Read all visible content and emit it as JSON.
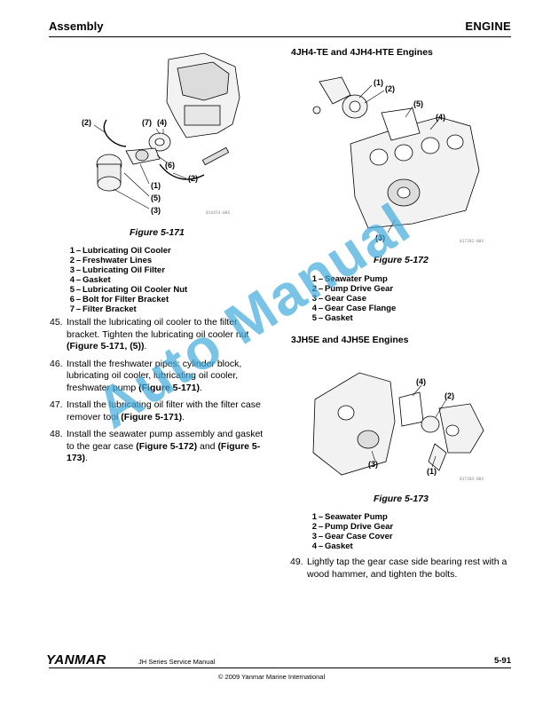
{
  "header": {
    "section": "Assembly",
    "chapter": "ENGINE"
  },
  "figures": {
    "fig171": {
      "caption": "Figure 5-171",
      "drawing_code": "014454-00X",
      "callouts": [
        "(2)",
        "(7)",
        "(4)",
        "(6)",
        "(2)",
        "(1)",
        "(5)",
        "(3)"
      ],
      "legend": [
        {
          "num": "1",
          "text": "Lubricating Oil Cooler"
        },
        {
          "num": "2",
          "text": "Freshwater Lines"
        },
        {
          "num": "3",
          "text": "Lubricating Oil Filter"
        },
        {
          "num": "4",
          "text": "Gasket"
        },
        {
          "num": "5",
          "text": "Lubricating Oil Cooler Nut"
        },
        {
          "num": "6",
          "text": "Bolt for Filter Bracket"
        },
        {
          "num": "7",
          "text": "Filter Bracket"
        }
      ]
    },
    "fig172": {
      "heading": "4JH4-TE and 4JH4-HTE Engines",
      "caption": "Figure 5-172",
      "drawing_code": "017282-00X",
      "callouts": [
        "(1)",
        "(2)",
        "(5)",
        "(4)",
        "(3)"
      ],
      "legend": [
        {
          "num": "1",
          "text": "Seawater Pump"
        },
        {
          "num": "2",
          "text": "Pump Drive Gear"
        },
        {
          "num": "3",
          "text": "Gear Case"
        },
        {
          "num": "4",
          "text": "Gear Case Flange"
        },
        {
          "num": "5",
          "text": "Gasket"
        }
      ]
    },
    "fig173": {
      "heading": "3JH5E and 4JH5E Engines",
      "caption": "Figure 5-173",
      "drawing_code": "017283-00X",
      "callouts": [
        "(4)",
        "(2)",
        "(3)",
        "(1)"
      ],
      "legend": [
        {
          "num": "1",
          "text": "Seawater Pump"
        },
        {
          "num": "2",
          "text": "Pump Drive Gear"
        },
        {
          "num": "3",
          "text": "Gear Case Cover"
        },
        {
          "num": "4",
          "text": "Gasket"
        }
      ]
    }
  },
  "steps": [
    {
      "num": "45.",
      "text": "Install the lubricating oil cooler to the filter bracket. Tighten the lubricating oil cooler nut ",
      "ref": "(Figure 5-171, (5))",
      "tail": "."
    },
    {
      "num": "46.",
      "text": "Install the freshwater pipes: cylinder block, lubricating oil cooler, lubricating oil cooler, freshwater pump ",
      "ref": "(Figure 5-171)",
      "tail": "."
    },
    {
      "num": "47.",
      "text": "Install the lubricating oil filter with the filter case remover tool ",
      "ref": "(Figure 5-171)",
      "tail": "."
    },
    {
      "num": "48.",
      "text": "Install the seawater pump assembly and gasket to the gear case ",
      "ref": "(Figure 5-172)",
      "mid": " and ",
      "ref2": "(Figure 5-173)",
      "tail": "."
    },
    {
      "num": "49.",
      "text": "Lightly tap the gear case side bearing rest with a wood hammer, and tighten the bolts."
    }
  ],
  "footer": {
    "logo": "YANMAR",
    "manual": "JH Series Service Manual",
    "page": "5-91",
    "copyright": "© 2009 Yanmar Marine International"
  },
  "watermark": "Auto Manual",
  "colors": {
    "watermark": "#40aadc",
    "text": "#000000"
  }
}
